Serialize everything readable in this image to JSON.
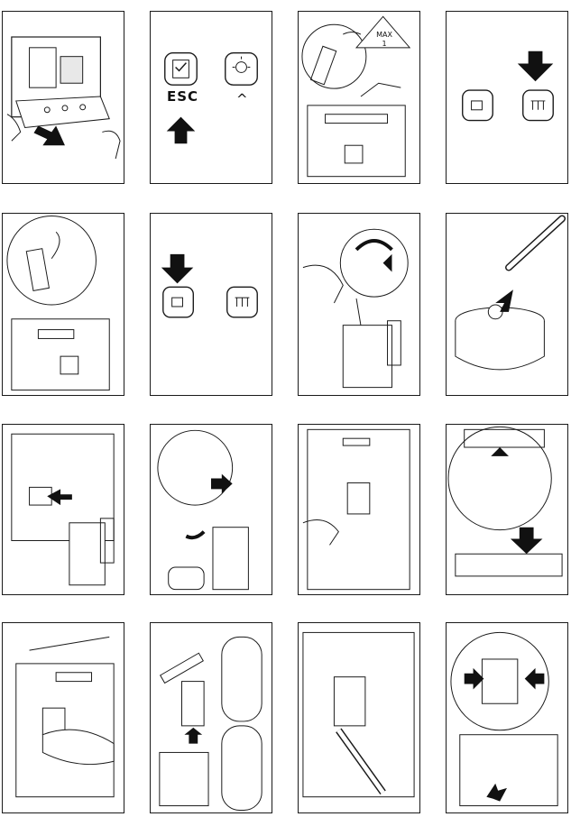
{
  "page": {
    "title": "",
    "panel_count": 16
  },
  "labels": {
    "esc_label": "ESC",
    "caret_label": "^",
    "max_label": "MAX",
    "max_sub": "1"
  },
  "icons": {
    "esc_button": "checklist-icon",
    "light_button": "bulb-icon",
    "cup_button": "cup-icon",
    "steam_button": "steam-icon",
    "arrow": "arrow-icon"
  },
  "colors": {
    "ink": "#1a1a1a",
    "arrow": "#111111",
    "paper": "#ffffff",
    "shade": "#e8e8e8"
  }
}
